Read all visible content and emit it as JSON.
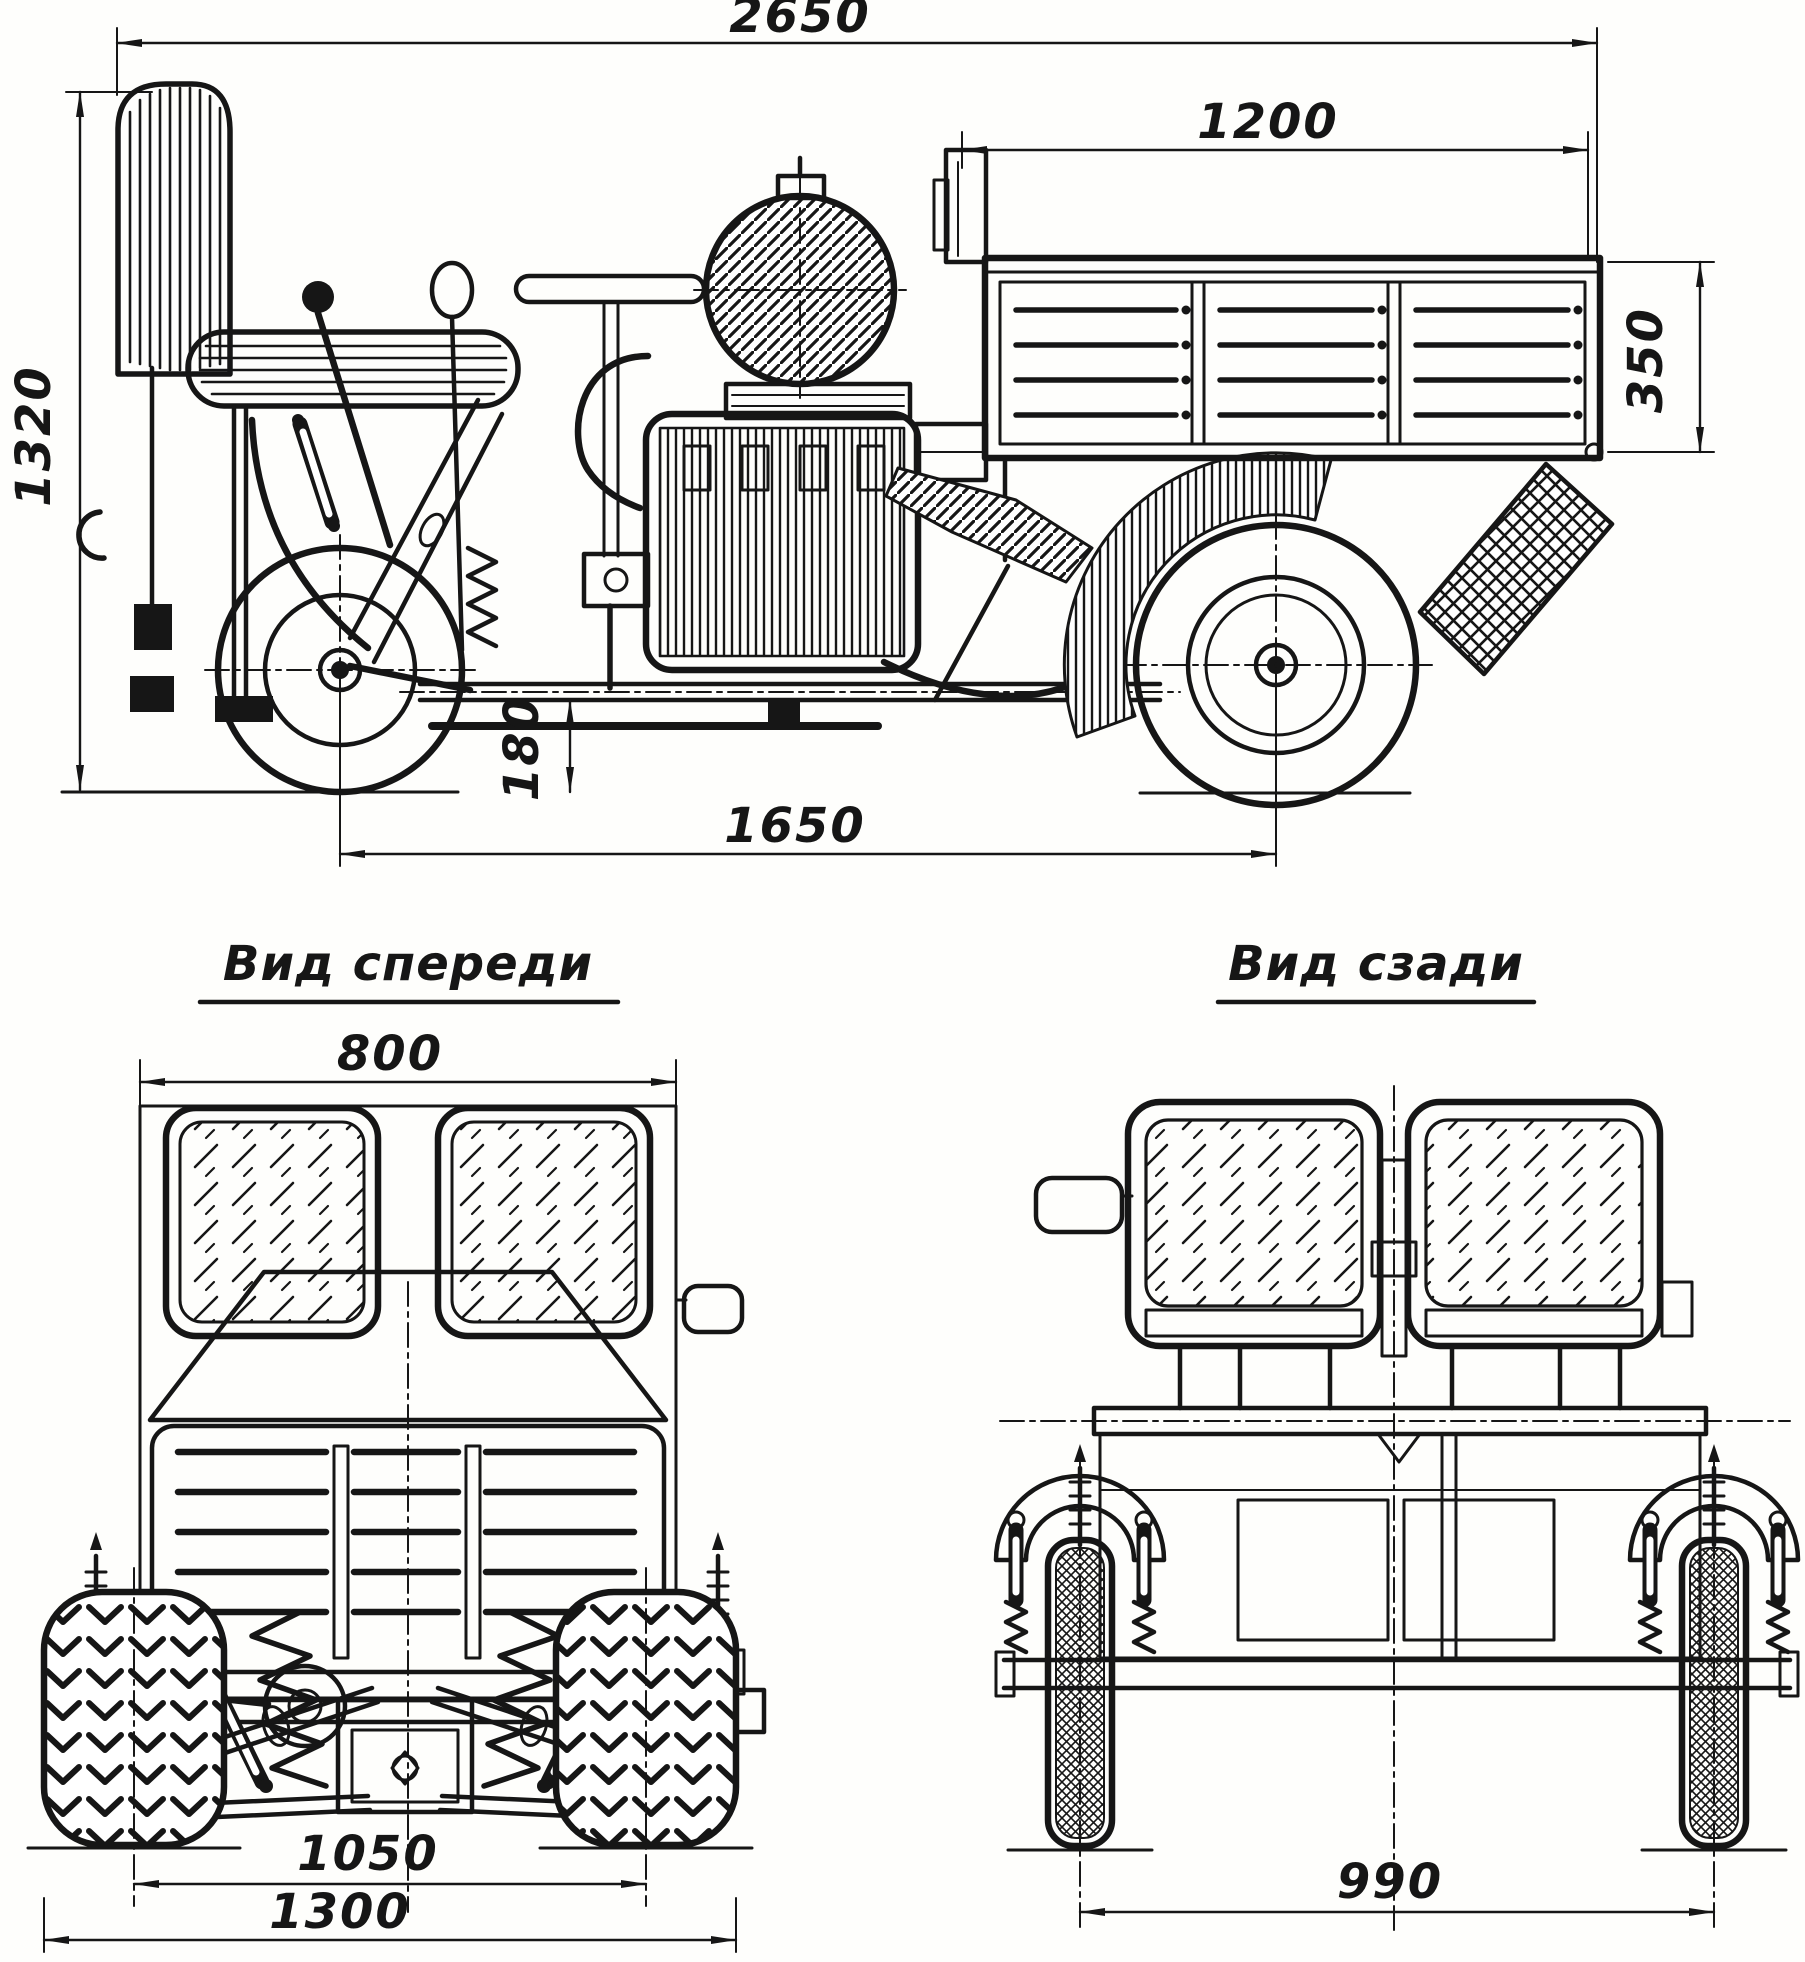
{
  "drawing": {
    "ink_color": "#161616",
    "paper_color": "#fefefc",
    "side_view": {
      "dim_overall_length": "2650",
      "dim_bed_length": "1200",
      "dim_overall_height": "1320",
      "dim_bed_side_height": "350",
      "dim_ground_clearance": "180",
      "dim_wheelbase": "1650"
    },
    "front_view": {
      "title": "Вид спереди",
      "dim_body_width": "800",
      "dim_front_track": "1050",
      "dim_overall_width": "1300"
    },
    "rear_view": {
      "title": "Вид сзади",
      "dim_rear_track": "990"
    }
  }
}
